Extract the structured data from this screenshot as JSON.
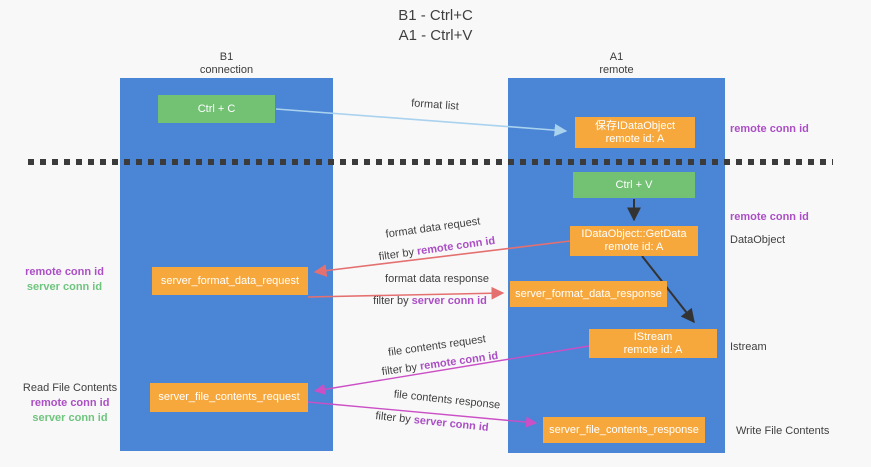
{
  "title": {
    "line1": "B1 - Ctrl+C",
    "line2": "A1 - Ctrl+V"
  },
  "lanes": {
    "left": {
      "name": "B1",
      "role": "connection"
    },
    "right": {
      "name": "A1",
      "role": "remote"
    }
  },
  "nodes": {
    "ctrl_c": "Ctrl + C",
    "ctrl_v": "Ctrl + V",
    "save_idataobject": {
      "line1": "保存IDataObject",
      "line2": "remote id: A"
    },
    "getdata": {
      "line1": "IDataObject::GetData",
      "line2": "remote id: A"
    },
    "istream": {
      "line1": "IStream",
      "line2": "remote id: A"
    },
    "server_format_data_request": "server_format_data_request",
    "server_format_data_response": "server_format_data_response",
    "server_file_contents_request": "server_file_contents_request",
    "server_file_contents_response": "server_file_contents_response"
  },
  "edge_labels": {
    "format_list": "format list",
    "format_data_request": "format data request",
    "format_data_response": "format data response",
    "file_contents_request": "file contents request",
    "file_contents_response": "file contents response",
    "filter_by": "filter by ",
    "remote_conn_id": "remote conn id",
    "server_conn_id": "server conn id"
  },
  "side_labels": {
    "right_remote_conn_id_top": "remote conn id",
    "right_remote_conn_id_mid": "remote conn id",
    "right_dataobject": "DataObject",
    "right_istream": "Istream",
    "right_write_file_contents": "Write File Contents",
    "left_remote_conn_id_1": "remote conn id",
    "left_server_conn_id_1": "server conn id",
    "left_read_file_contents": "Read File Contents",
    "left_remote_conn_id_2": "remote conn id",
    "left_server_conn_id_2": "server conn id"
  },
  "colors": {
    "lane_blue": "#4a85d6",
    "node_orange": "#f7a83d",
    "node_green": "#73c274",
    "arrow_light_blue": "#a9d2ee",
    "arrow_red": "#e57070",
    "arrow_magenta": "#cb4fc5",
    "arrow_black": "#333333",
    "text_purple": "#ab4fc4",
    "text_green": "#6fc47e",
    "dash_black": "#3b3b3b",
    "background": "#f8f8f9"
  }
}
